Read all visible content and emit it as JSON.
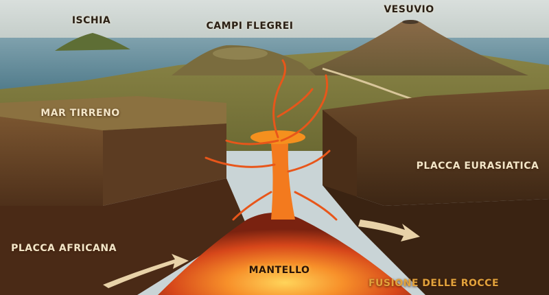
{
  "labels": {
    "ischia": "ISCHIA",
    "campi_flegrei": "CAMPI FLEGREI",
    "vesuvio": "VESUVIO",
    "mar_tirreno": "MAR TIRRENO",
    "placca_eurasiatica": "PLACCA EURASIATICA",
    "placca_africana": "PLACCA AFRICANA",
    "mantello": "MANTELLO",
    "fusione_delle_rocce": "FUSIONE DELLE ROCCE"
  },
  "colors": {
    "sky": "#c9d4d6",
    "sea": "#5f8a9a",
    "land": "#7c7a3e",
    "crust": "#6b4a2a",
    "magma": "#f0661a",
    "arrow": "#e8d2a8"
  }
}
